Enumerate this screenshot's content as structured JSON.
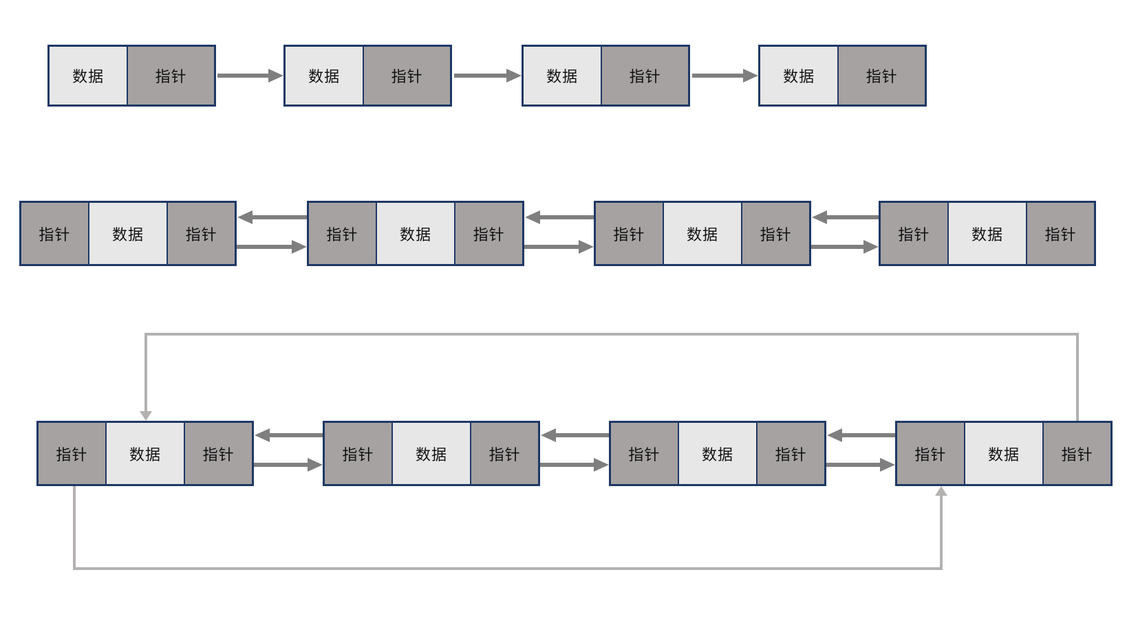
{
  "colors": {
    "background": "#ffffff",
    "node_border": "#1f3864",
    "data_cell_bg": "#e8e7e7",
    "pointer_cell_bg": "#a6a2a2",
    "link_arrow": "#7f7f7f",
    "circular_link_line": "#b4b1b1",
    "cell_text": "#111111"
  },
  "labels": {
    "data": "数据",
    "pointer": "指针"
  },
  "rows": [
    {
      "nodes": [
        [
          "数据",
          "指针"
        ],
        [
          "数据",
          "指针"
        ],
        [
          "数据",
          "指针"
        ],
        [
          "数据",
          "指针"
        ]
      ]
    },
    {
      "nodes": [
        [
          "指针",
          "数据",
          "指针"
        ],
        [
          "指针",
          "数据",
          "指针"
        ],
        [
          "指针",
          "数据",
          "指针"
        ],
        [
          "指针",
          "数据",
          "指针"
        ]
      ]
    },
    {
      "nodes": [
        [
          "指针",
          "数据",
          "指针"
        ],
        [
          "指针",
          "数据",
          "指针"
        ],
        [
          "指针",
          "数据",
          "指针"
        ],
        [
          "指针",
          "数据",
          "指针"
        ]
      ]
    }
  ]
}
